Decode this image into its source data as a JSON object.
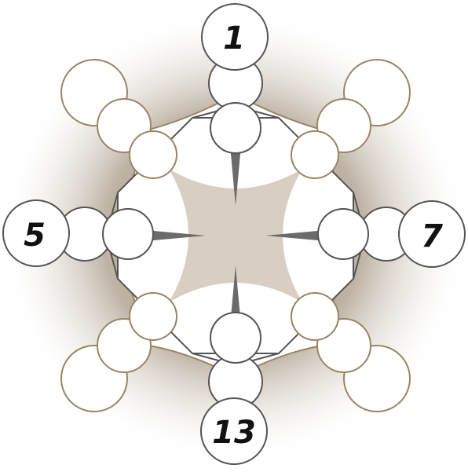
{
  "puzzle": {
    "clues": {
      "top": "1",
      "left": "5",
      "right": "7",
      "bottom": "13"
    }
  },
  "colors": {
    "background": "#ffffff",
    "halo": "#8a7b64",
    "diagonal_circle_stroke": "#9a8464",
    "cardinal_circle_stroke": "#555555",
    "center_fill": "#d8cfc2",
    "connector_dark": "#6b6b6b",
    "frame_stroke": "#555555"
  }
}
